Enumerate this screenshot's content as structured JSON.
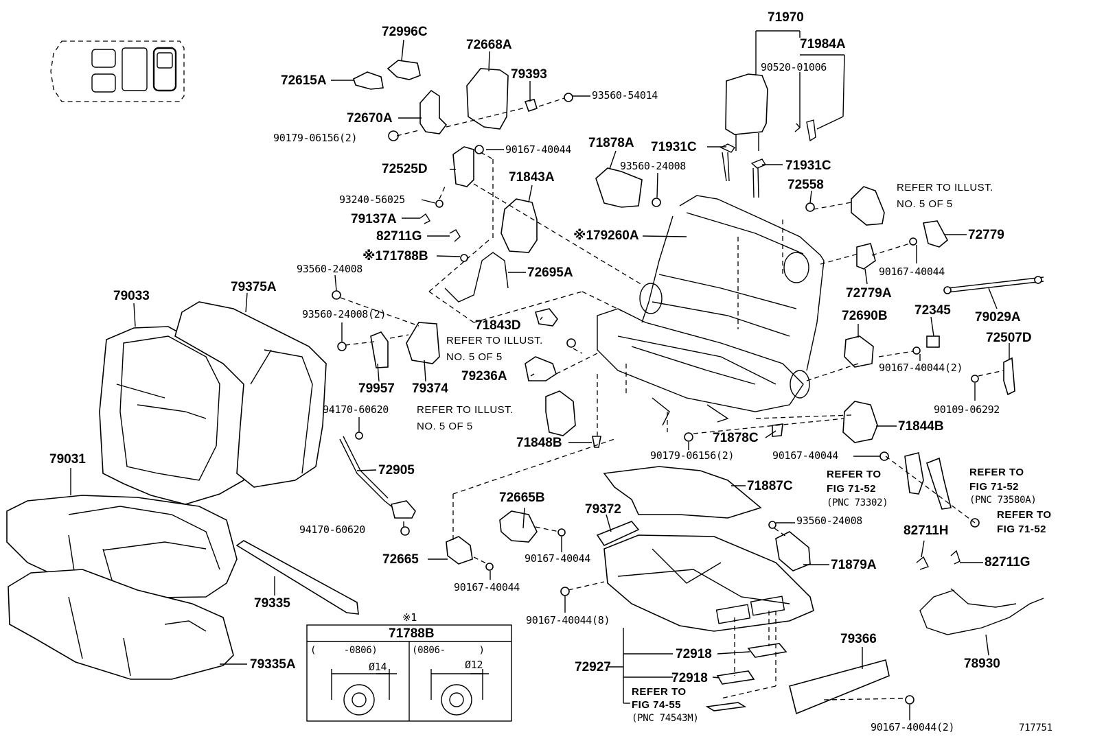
{
  "diagram_id": "717751",
  "labels": {
    "p72996C": "72996C",
    "p72668A": "72668A",
    "p72615A": "72615A",
    "p79393": "79393",
    "p93560_54014": "93560-54014",
    "p72670A": "72670A",
    "p90179_06156_2a": "90179-06156(2)",
    "p90167_40044_a": "90167-40044",
    "p72525D": "72525D",
    "p93240_56025": "93240-56025",
    "p79137A": "79137A",
    "p82711G_a": "82711G",
    "p171788B": "※171788B",
    "p72695A": "72695A",
    "p71843A": "71843A",
    "p71878A": "71878A",
    "p93560_24008_a": "93560-24008",
    "p71931C_a": "71931C",
    "p71931C_b": "71931C",
    "p71970": "71970",
    "p71984A": "71984A",
    "p90520_01006": "90520-01006",
    "p72558": "72558",
    "p179260A": "※179260A",
    "p72779": "72779",
    "p90167_40044_b": "90167-40044",
    "p72779A": "72779A",
    "p79029A": "79029A",
    "p72345": "72345",
    "p72690B": "72690B",
    "p72507D": "72507D",
    "p90167_40044_2a": "90167-40044(2)",
    "p90109_06292": "90109-06292",
    "p71844B": "71844B",
    "p93560_24008_b": "93560-24008",
    "p93560_24008_2": "93560-24008(2)",
    "p71843D": "71843D",
    "p79033": "79033",
    "p79375A": "79375A",
    "p79957": "79957",
    "p79374": "79374",
    "p79236A": "79236A",
    "p94170_60620_a": "94170-60620",
    "p72905": "72905",
    "p94170_60620_b": "94170-60620",
    "p71848B": "71848B",
    "p90179_06156_2b": "90179-06156(2)",
    "p71878C": "71878C",
    "p90167_40044_c": "90167-40044",
    "p79031": "79031",
    "p71887C": "71887C",
    "p72665B": "72665B",
    "p79372": "79372",
    "p93560_24008_c": "93560-24008",
    "p72665": "72665",
    "p90167_40044_d": "90167-40044",
    "p90167_40044_e": "90167-40044",
    "p79335": "79335",
    "p71879A": "71879A",
    "p82711H": "82711H",
    "p82711G_b": "82711G",
    "p90167_40044_8": "90167-40044(8)",
    "p72918_a": "72918",
    "p72927": "72927",
    "p72918_b": "72918",
    "p79335A": "79335A",
    "p79366": "79366",
    "p78930": "78930",
    "p90167_40044_2b": "90167-40044(2)"
  },
  "notes": {
    "refer_5of5_a_1": "REFER TO ILLUST.",
    "refer_5of5_a_2": "NO. 5 OF 5",
    "refer_5of5_b_1": "REFER TO ILLUST.",
    "refer_5of5_b_2": "NO. 5 OF 5",
    "refer_5of5_c_1": "REFER TO ILLUST.",
    "refer_5of5_c_2": "NO. 5 OF 5",
    "refer_fig7152_a_1": "REFER TO",
    "refer_fig7152_a_2": "FIG 71-52",
    "refer_fig7152_a_3": "(PNC 73302)",
    "refer_fig7152_b_1": "REFER TO",
    "refer_fig7152_b_2": "FIG 71-52",
    "refer_fig7152_b_3": "(PNC 73580A)",
    "refer_fig7152_c_1": "REFER TO",
    "refer_fig7152_c_2": "FIG 71-52",
    "refer_fig7455_1": "REFER TO",
    "refer_fig7455_2": "FIG 74-55",
    "refer_fig7455_3": "(PNC 74543M)"
  },
  "inset": {
    "marker": "※1",
    "part": "71788B",
    "left_range": "(     -0806)",
    "right_range": "(0806-      )",
    "left_dia": "Ø14",
    "right_dia": "Ø12"
  }
}
